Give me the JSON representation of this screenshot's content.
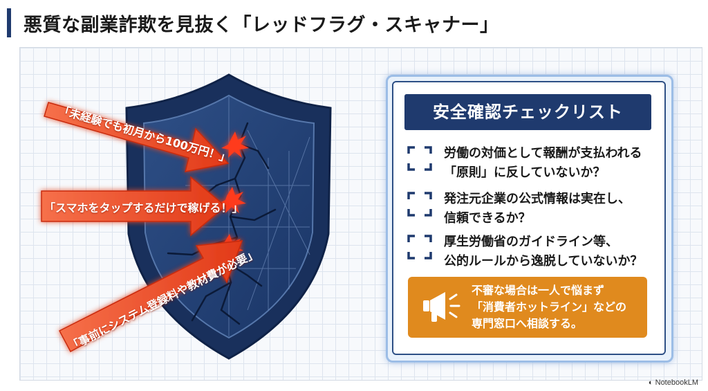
{
  "title": "悪質な副業詐欺を見抜く「レッドフラグ・スキャナー」",
  "arrows": [
    {
      "text": "「未経験でも初月から100万円！」"
    },
    {
      "text": "「スマホをタップするだけで稼げる！」"
    },
    {
      "text": "「事前にシステム登録料や教材費が必要」"
    }
  ],
  "checklist": {
    "heading": "安全確認チェックリスト",
    "items": [
      {
        "line1": "労働の対価として報酬が支払われる",
        "line2": "「原則」に反していないか？"
      },
      {
        "line1": "発注元企業の公式情報は実在し、",
        "line2": "信頼できるか？"
      },
      {
        "line1": "厚生労働省のガイドライン等、",
        "line2": "公的ルールから逸脱していないか？"
      }
    ]
  },
  "alert": {
    "line1": "不審な場合は一人で悩まず",
    "line2": "「消費者ホットライン」などの",
    "line3": "専門窓口へ相談する。",
    "icon": "megaphone-icon"
  },
  "brand": "NotebookLM",
  "colors": {
    "navy": "#1f3a6e",
    "arrow": "#e8401c",
    "alert": "#e08a1e"
  }
}
